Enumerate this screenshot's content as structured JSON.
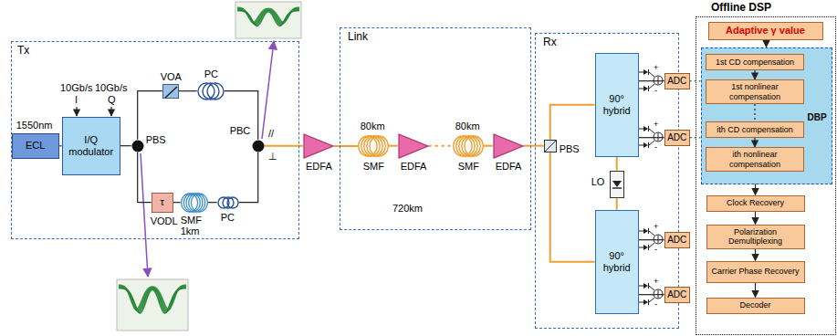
{
  "diagram": {
    "nodes": [
      {
        "text": [
          "Tx"
        ]
      },
      {
        "text": [
          "1550nm",
          "ECL"
        ],
        "in": 0
      },
      {
        "text": [
          "I/Q modulator"
        ],
        "in": 0
      },
      {
        "text": [
          "PBS"
        ],
        "in": 0
      },
      {
        "text": [
          "VOA"
        ],
        "in": 0
      },
      {
        "text": [
          "PC"
        ],
        "in": 0
      },
      {
        "text": [
          "τ",
          "VODL"
        ],
        "in": 0
      },
      {
        "text": [
          "SMF 1km"
        ],
        "in": 0
      },
      {
        "text": [
          "PC"
        ],
        "in": 0
      },
      {
        "text": [
          "PBC"
        ],
        "in": 0
      },
      {
        "text": [
          "EDFA"
        ]
      },
      {
        "text": [
          "Link"
        ]
      },
      {
        "text": [
          "80km",
          "SMF"
        ],
        "in": 11
      },
      {
        "text": [
          "EDFA"
        ],
        "in": 11
      },
      {
        "text": [
          "80km",
          "SMF"
        ],
        "in": 11
      },
      {
        "text": [
          "EDFA"
        ],
        "in": 11
      },
      {
        "text": [
          "Rx"
        ]
      },
      {
        "text": [
          "PBS"
        ],
        "in": 16
      },
      {
        "text": [
          "90° hybrid"
        ],
        "in": 16
      },
      {
        "text": [
          "LO"
        ],
        "in": 16
      },
      {
        "text": [
          "90° hybrid"
        ],
        "in": 16
      },
      {
        "text": [
          "ADC"
        ],
        "in": 16
      },
      {
        "text": [
          "ADC"
        ],
        "in": 16
      },
      {
        "text": [
          "ADC"
        ],
        "in": 16
      },
      {
        "text": [
          "ADC"
        ],
        "in": 16
      },
      {
        "text": [
          "Offline DSP"
        ]
      },
      {
        "text": [
          "Adaptive γ value"
        ],
        "in": 25
      },
      {
        "text": [
          "DBP"
        ],
        "in": 25
      },
      {
        "text": [
          "1st CD compensation"
        ],
        "in": 27
      },
      {
        "text": [
          "1st nonlinear compensation"
        ],
        "in": 27
      },
      {
        "text": [
          "ith CD compensation"
        ],
        "in": 27
      },
      {
        "text": [
          "ith nonlinear compensation"
        ],
        "in": 27
      },
      {
        "text": [
          "Clock Recovery"
        ],
        "in": 25
      },
      {
        "text": [
          "Polarization Demultiplexing"
        ],
        "in": 25
      },
      {
        "text": [
          "Carrier Phase Recovery"
        ],
        "in": 25
      },
      {
        "text": [
          "Decoder"
        ],
        "in": 25
      }
    ],
    "edges": [
      {
        "from": 1,
        "to": 2,
        "arrow": "none"
      },
      {
        "from": 2,
        "to": 3,
        "arrow": "none"
      },
      {
        "from": 3,
        "to": 4,
        "arrow": "none"
      },
      {
        "from": 4,
        "to": 5,
        "arrow": "none"
      },
      {
        "from": 5,
        "to": 9,
        "arrow": "none"
      },
      {
        "from": 3,
        "to": 6,
        "arrow": "none"
      },
      {
        "from": 6,
        "to": 7,
        "arrow": "none"
      },
      {
        "from": 7,
        "to": 8,
        "arrow": "none"
      },
      {
        "from": 8,
        "to": 9,
        "arrow": "none"
      },
      {
        "from": 9,
        "to": 10,
        "arrow": "none"
      },
      {
        "from": 10,
        "to": 12,
        "arrow": "none"
      },
      {
        "from": 12,
        "to": 13,
        "arrow": "none"
      },
      {
        "from": 13,
        "to": 14,
        "arrow": "none"
      },
      {
        "from": 14,
        "to": 15,
        "arrow": "none"
      },
      {
        "from": 15,
        "to": 17,
        "arrow": "none"
      },
      {
        "from": 17,
        "to": 18,
        "arrow": "none"
      },
      {
        "from": 17,
        "to": 20,
        "arrow": "none"
      },
      {
        "from": 19,
        "to": 18,
        "arrow": "none"
      },
      {
        "from": 19,
        "to": 20,
        "arrow": "none"
      },
      {
        "from": 18,
        "to": 21,
        "arrow": "none"
      },
      {
        "from": 18,
        "to": 22,
        "arrow": "none"
      },
      {
        "from": 20,
        "to": 23,
        "arrow": "none"
      },
      {
        "from": 20,
        "to": 24,
        "arrow": "none"
      },
      {
        "from": 21,
        "to": 27,
        "arrow": "none"
      },
      {
        "from": 22,
        "to": 27,
        "arrow": "none"
      },
      {
        "from": 26,
        "to": 27,
        "arrow": "to"
      },
      {
        "from": 28,
        "to": 29,
        "arrow": "to"
      },
      {
        "from": 29,
        "to": 30,
        "arrow": "none"
      },
      {
        "from": 30,
        "to": 31,
        "arrow": "to"
      },
      {
        "from": 27,
        "to": 32,
        "arrow": "to"
      },
      {
        "from": 32,
        "to": 33,
        "arrow": "to"
      },
      {
        "from": 33,
        "to": 34,
        "arrow": "to"
      },
      {
        "from": 34,
        "to": 35,
        "arrow": "to"
      }
    ],
    "labels": [
      "10Gb/s",
      "I",
      "10Gb/s",
      "Q",
      "//",
      "⊥",
      "720km",
      "+",
      "-",
      "+",
      "-",
      "+",
      "-",
      "+",
      "-"
    ]
  }
}
